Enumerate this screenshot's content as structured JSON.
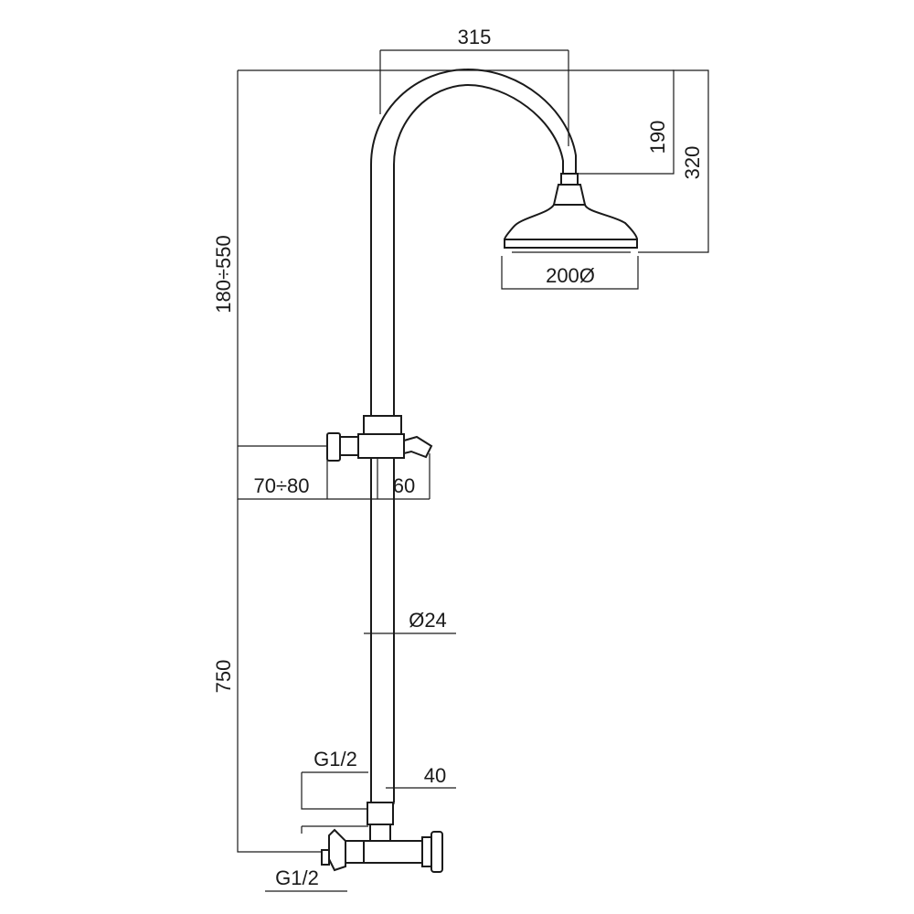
{
  "diagram": {
    "dimensions": {
      "arm_reach": "315",
      "head_drop": "190",
      "arm_height": "320",
      "column_height": "180÷550",
      "head_diameter": "200Ø",
      "wall_offset": "70÷80",
      "outlet_offset": "60",
      "pipe_diameter": "Ø24",
      "lower_height": "750",
      "upper_thread": "G1/2",
      "connector_offset": "40",
      "lower_thread": "G1/2"
    }
  }
}
